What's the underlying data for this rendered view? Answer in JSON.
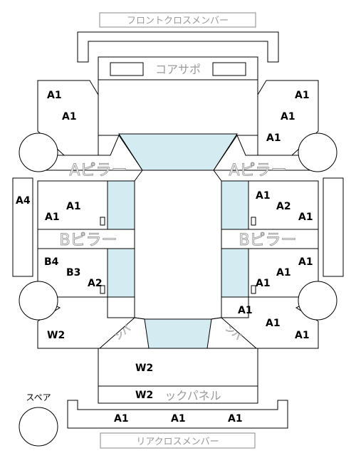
{
  "labels": {
    "front_cross_member": "フロントクロスメンバー",
    "core_support": "コアサポ",
    "a_pillar_left": "Aピラー",
    "a_pillar_right": "Aピラー",
    "b_pillar_left": "Bピラー",
    "b_pillar_right": "Bピラー",
    "diag_left": "ンバ",
    "diag_right": "ンバ",
    "back_panel": "ックパネル",
    "spare": "スペア",
    "rear_cross_member": "リアクロスメンバー"
  },
  "grades": {
    "fl_1": "A1",
    "fl_2": "A1",
    "fr_1": "A1",
    "fr_2": "A1",
    "fr_3": "A1",
    "side_left": "A4",
    "ml_1": "A1",
    "ml_2": "A1",
    "mr_1": "A1",
    "mr_2": "A2",
    "mr_3": "A1",
    "ll_1": "B4",
    "ll_2": "B3",
    "ll_3": "A2",
    "lr_1": "A1",
    "lr_2": "A1",
    "lr_3": "A1",
    "rr_1": "A1",
    "rr_2": "A1",
    "rr_3": "A1",
    "rl_1": "W2",
    "trunk_1": "W2",
    "trunk_2": "W2",
    "rear_1": "A1",
    "rear_2": "A1",
    "rear_3": "A1"
  },
  "colors": {
    "glass": "#d4ebf2",
    "line": "#000000",
    "label_grey": "#9a9a9a"
  }
}
